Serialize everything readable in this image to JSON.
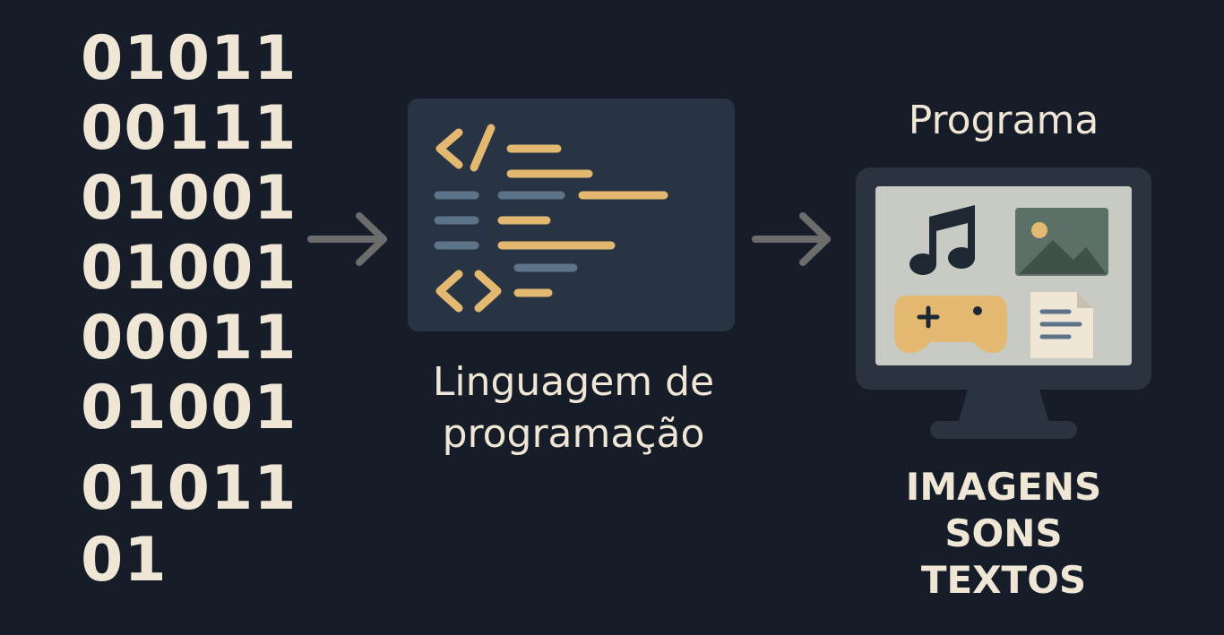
{
  "binary": {
    "lines": [
      "01011",
      "00111",
      "01001",
      "01001",
      "00011",
      "01001",
      "01011",
      "01"
    ]
  },
  "code_panel": {
    "label_line1": "Linguagem de",
    "label_line2": "programação",
    "icons": [
      "code-bracket-slash-icon",
      "code-angle-brackets-icon"
    ]
  },
  "program": {
    "title": "Programa",
    "screen_icons": [
      "music-note-icon",
      "image-icon",
      "gamepad-icon",
      "document-icon"
    ]
  },
  "outputs": [
    "IMAGENS",
    "SONS",
    "TEXTOS"
  ],
  "colors": {
    "background": "#161d28",
    "text": "#efe6d6",
    "accent_orange": "#e3b871",
    "accent_blue": "#5c738a",
    "panel": "#283443",
    "arrow": "#6c6c6c",
    "screen": "#c7cbc4"
  }
}
